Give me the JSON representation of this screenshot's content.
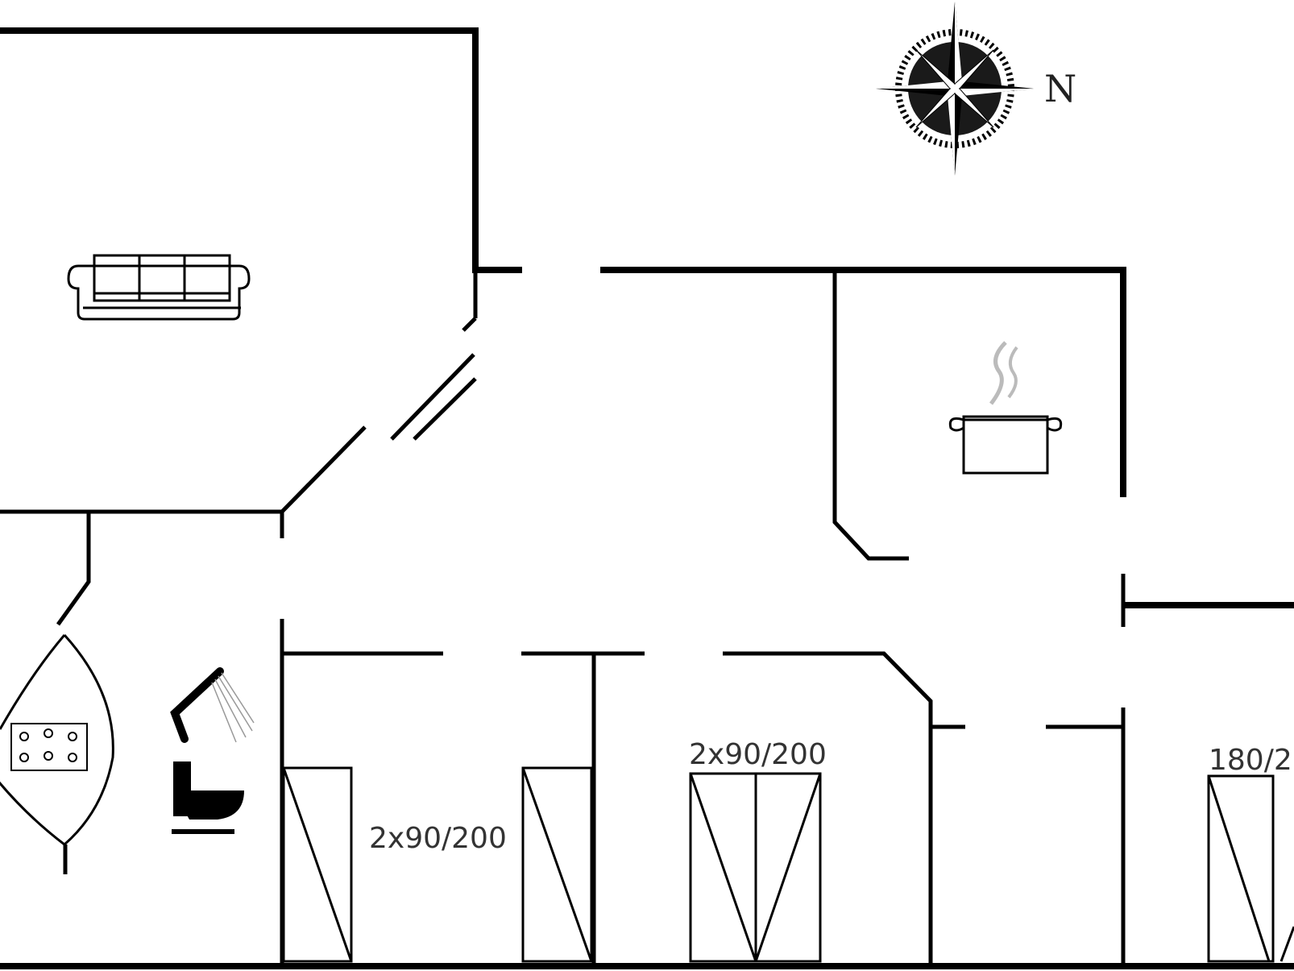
{
  "colors": {
    "wall": "#000000",
    "background": "#ffffff",
    "label": "#333333"
  },
  "compass": {
    "north_label": "N",
    "icon": "compass-rose-icon"
  },
  "rooms": {
    "living_room": {
      "icon": "sofa-icon"
    },
    "kitchen": {
      "icon": "cooking-pot-icon"
    },
    "bathroom": {
      "icons": [
        "whirlpool-bath-icon",
        "shower-icon",
        "toilet-icon"
      ]
    }
  },
  "beds": {
    "bedroom_1": {
      "label": "2x90/200"
    },
    "bedroom_2": {
      "label": "2x90/200"
    },
    "bedroom_3": {
      "label": "180/2"
    }
  }
}
